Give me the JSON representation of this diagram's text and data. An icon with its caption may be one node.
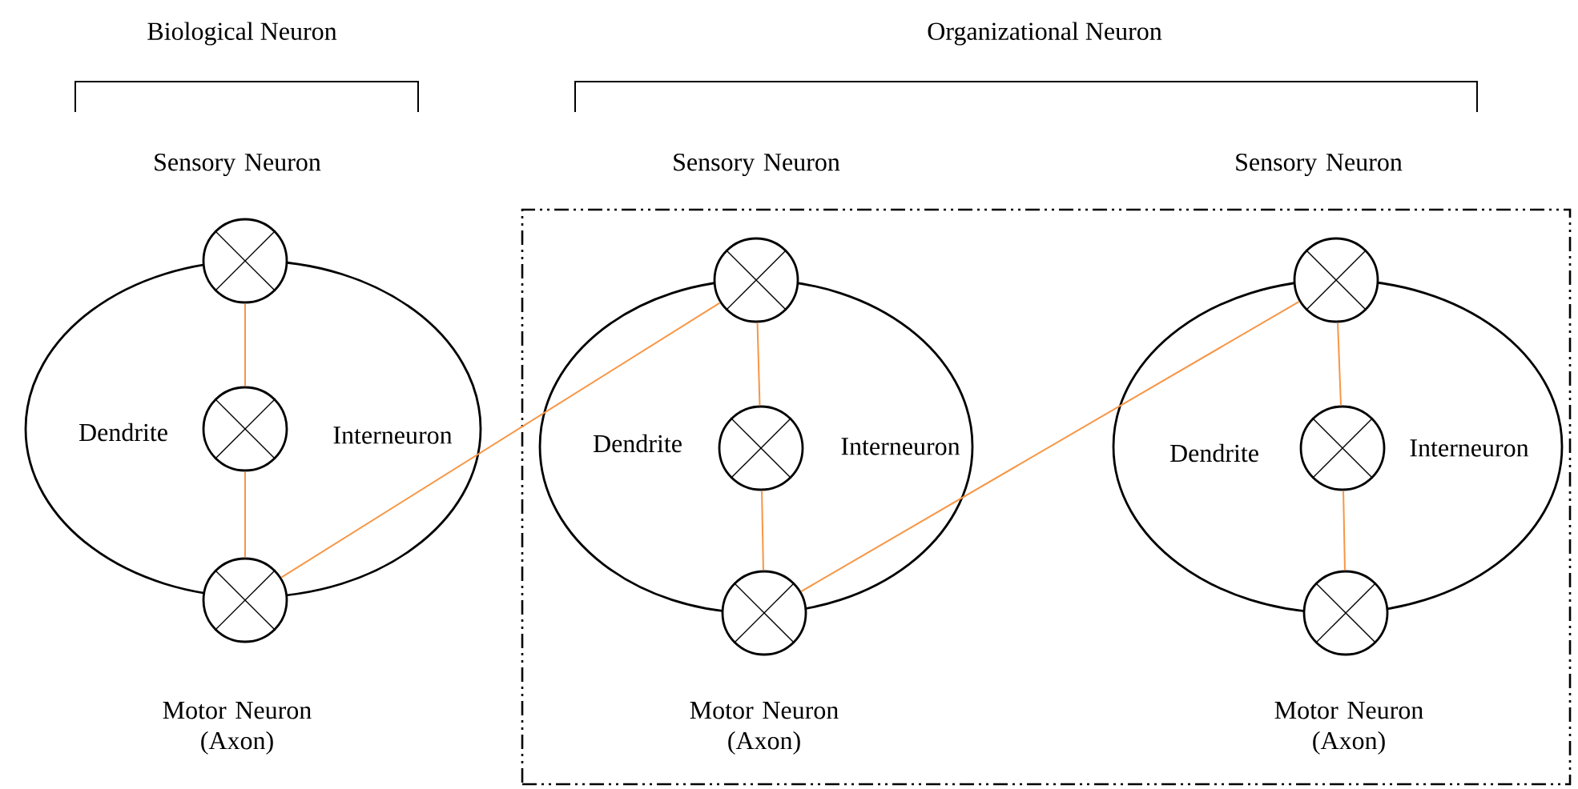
{
  "diagram": {
    "nodes": [
      {
        "text": [],
        "shape": "box"
      },
      {
        "text": [
          "Dendrite"
        ]
      },
      {
        "text": [],
        "shape": "circle",
        "beside": [
          "Sensory Neuron"
        ]
      },
      {
        "text": [],
        "shape": "circle",
        "in": 1,
        "beside": [
          "Interneuron"
        ]
      },
      {
        "text": [],
        "shape": "circle",
        "beside": [
          "Motor Neuron (Axon)"
        ]
      },
      {
        "text": [
          "Dendrite"
        ],
        "in": 0
      },
      {
        "text": [],
        "shape": "circle",
        "in": 0,
        "beside": [
          "Sensory Neuron"
        ]
      },
      {
        "text": [],
        "shape": "circle",
        "in": 5,
        "beside": [
          "Interneuron"
        ]
      },
      {
        "text": [],
        "shape": "circle",
        "in": 0,
        "beside": [
          "Motor Neuron (Axon)"
        ]
      },
      {
        "text": [
          "Dendrite"
        ],
        "in": 0
      },
      {
        "text": [],
        "shape": "circle",
        "in": 0,
        "beside": [
          "Sensory Neuron"
        ]
      },
      {
        "text": [],
        "shape": "circle",
        "in": 9,
        "beside": [
          "Interneuron"
        ]
      },
      {
        "text": [],
        "shape": "circle",
        "in": 0,
        "beside": [
          "Motor Neuron (Axon)"
        ]
      }
    ],
    "edges": [
      {
        "from": 2,
        "to": 3,
        "arrow": "none"
      },
      {
        "from": 3,
        "to": 4,
        "arrow": "none"
      },
      {
        "from": 4,
        "to": 6,
        "arrow": "none"
      },
      {
        "from": 6,
        "to": 7,
        "arrow": "none"
      },
      {
        "from": 7,
        "to": 8,
        "arrow": "none"
      },
      {
        "from": 8,
        "to": 10,
        "arrow": "none"
      },
      {
        "from": 10,
        "to": 11,
        "arrow": "none"
      },
      {
        "from": 11,
        "to": 12,
        "arrow": "none"
      }
    ],
    "labels": [
      "Biological Neuron",
      "Organizational Neuron"
    ]
  }
}
